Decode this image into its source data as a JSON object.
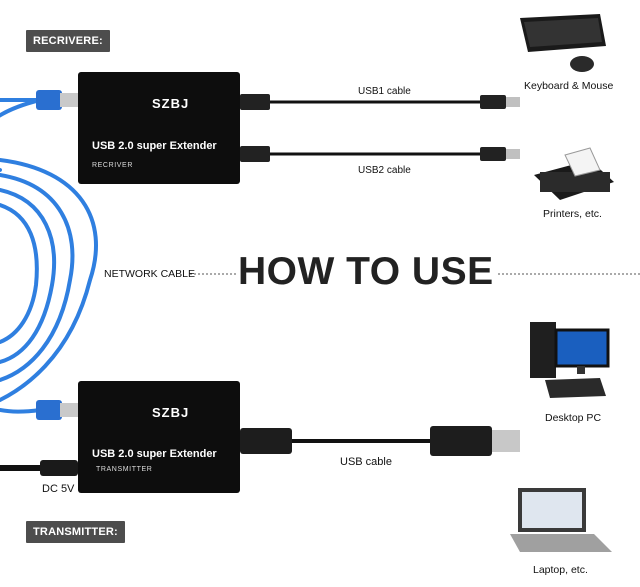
{
  "tags": {
    "receiver": "RECRIVERE:",
    "transmitter": "TRANSMITTER:"
  },
  "headline": "HOW TO USE",
  "network_cable_label": "NETWORK CABLE",
  "receiver_box": {
    "brand": "SZBJ",
    "title": "USB 2.0 super Extender",
    "subtitle": "RECRIVER"
  },
  "transmitter_box": {
    "brand": "SZBJ",
    "title": "USB 2.0 super Extender",
    "subtitle": "TRANSMITTER"
  },
  "cables": {
    "usb1": "USB1 cable",
    "usb2": "USB2 cable",
    "usb": "USB cable",
    "dc": "DC 5V"
  },
  "devices": {
    "keyboard": "Keyboard & Mouse",
    "printer": "Printers, etc.",
    "desktop": "Desktop PC",
    "laptop": "Laptop, etc."
  },
  "colors": {
    "network_cable": "#2f7fe0",
    "box": "#0d0d0d",
    "tag_bg": "#4d4d4d"
  }
}
